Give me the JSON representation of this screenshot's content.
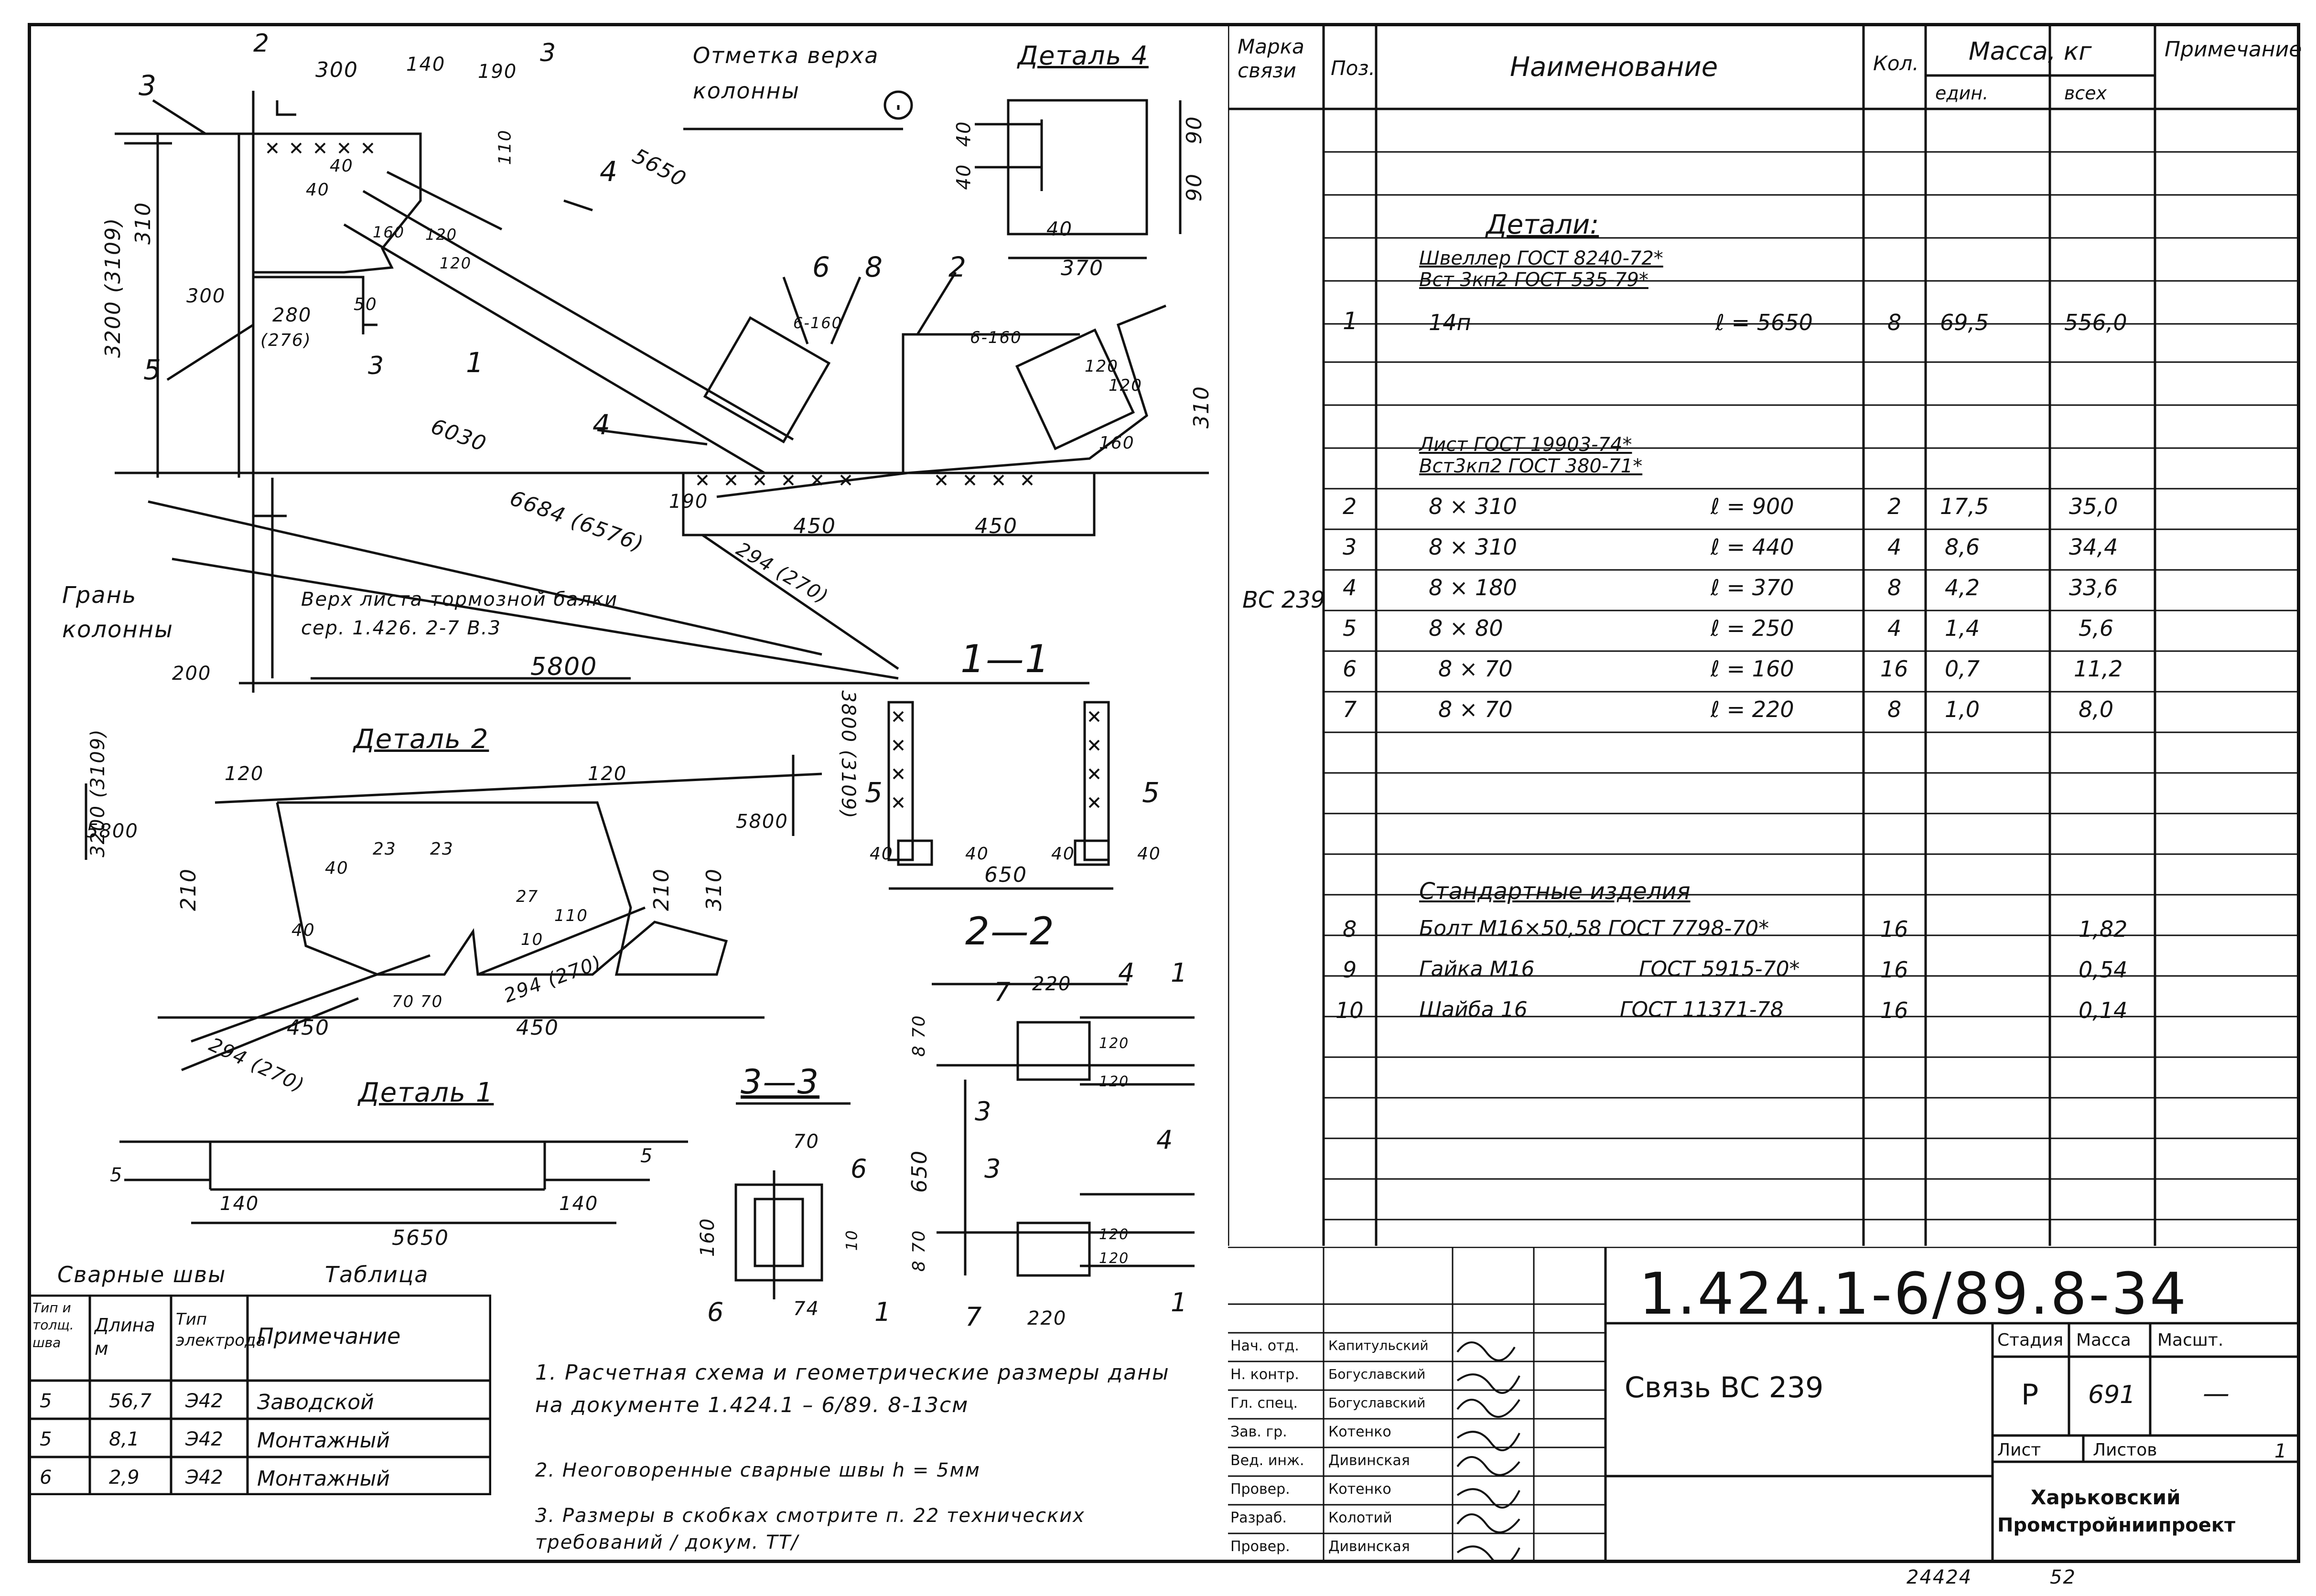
{
  "drawing": {
    "views": {
      "marker_3_top": "3",
      "marker_2_top": "2",
      "marker_3_right": "3",
      "column_top_mark": "Отметка верха колонны",
      "detail4_title": "Деталь 4",
      "detail2_title": "Деталь 2",
      "detail1_title": "Деталь 1",
      "section_11": "1—1",
      "section_22": "2—2",
      "section_33": "3—3",
      "column_face": "Грань колонны",
      "brake_beam_note": "Верх листа тормозной балки сер. 1.426. 2-7 В.3"
    },
    "callouts": [
      "3",
      "1",
      "4",
      "4",
      "5",
      "6",
      "8",
      "2",
      "2",
      "3",
      "3",
      "1",
      "5",
      "5",
      "7",
      "4",
      "1",
      "3",
      "4",
      "6",
      "7",
      "6",
      "1",
      "1"
    ],
    "dims": {
      "d300_top": "300",
      "d140": "140",
      "d190": "190",
      "d5650": "5650",
      "d310": "310",
      "d3200": "3200 (3109)",
      "d110": "110",
      "d40a": "40",
      "d40b": "40",
      "d160": "160",
      "d120a": "120",
      "d120b": "120",
      "d300_left": "300",
      "d280": "280",
      "d276": "(276)",
      "d50": "50",
      "d6030": "6030",
      "d6684": "6684 (6576)",
      "d190b": "190",
      "d450a": "450",
      "d450b": "450",
      "d294": "294 (270)",
      "d200": "200",
      "d5800": "5800",
      "d6160": "6-160",
      "d120c": "120",
      "d120d": "120",
      "d6160b": "6-160",
      "d310r": "310",
      "d160r": "160",
      "d90a": "90",
      "d90b": "90",
      "d40c": "40",
      "d40d": "40",
      "d40e": "40",
      "d370": "370"
    },
    "detail2_dims": {
      "d3200": "3200 (3109)",
      "d5800a": "5800",
      "d120a": "120",
      "d120b": "120",
      "d3800": "3800 (3109)",
      "d5800b": "5800",
      "d210a": "210",
      "d40a": "40",
      "d23a": "23",
      "d23b": "23",
      "d40b": "40",
      "d27": "27",
      "d10": "10",
      "d110": "110",
      "d210b": "210",
      "d310": "310",
      "d70a": "70",
      "d70b": "70",
      "d294a": "294 (270)",
      "d450a": "450",
      "d450b": "450",
      "d294b": "294 (270)"
    },
    "detail1_dims": {
      "d5a": "5",
      "d5b": "5",
      "d140a": "140",
      "d140b": "140",
      "d5650": "5650"
    },
    "section11_dims": {
      "d40a": "40",
      "d40b": "40",
      "d650": "650",
      "d40c": "40",
      "d40d": "40"
    },
    "section22_dims": {
      "d220a": "220",
      "d870a": "8 70",
      "d650": "650",
      "d870b": "8 70",
      "d120a": "120",
      "d120b": "120",
      "d120c": "120",
      "d120d": "120",
      "d220b": "220"
    },
    "section33_dims": {
      "d70": "70",
      "d160": "160",
      "d74": "74",
      "d10": "10"
    }
  },
  "weld_table": {
    "title_left": "Сварные швы",
    "title_right": "Таблица",
    "headers": [
      "Тип и толщ. шва",
      "Длина м",
      "Тип электрода",
      "Примечание"
    ],
    "rows": [
      {
        "type": "5",
        "length": "56,7",
        "electrode": "Э42",
        "note": "Заводской"
      },
      {
        "type": "5",
        "length": "8,1",
        "electrode": "Э42",
        "note": "Монтажный"
      },
      {
        "type": "6",
        "length": "2,9",
        "electrode": "Э42",
        "note": "Монтажный"
      }
    ]
  },
  "notes": [
    "1. Расчетная схема и геометрические размеры даны на документе 1.424.1 – 6/89. 8-13см",
    "2. Неоговоренные сварные швы h = 5мм",
    "3. Размеры в скобках смотрите п. 22 технических требований / докум. ТТ/"
  ],
  "spec_table": {
    "headers": {
      "mark": "Марка связи",
      "pos": "Поз.",
      "name": "Наименование",
      "qty": "Кол.",
      "mass": "Масса, кг",
      "mass_unit": "един.",
      "mass_total": "всех",
      "note": "Примечание"
    },
    "mark_value": "ВС 239",
    "details_heading": "Детали:",
    "channel_title_1": "Швеллер   ГОСТ 8240-72*",
    "channel_title_2": "Вст 3кп2   ГОСТ 535-79*",
    "sheet_title_1": "Лист   ГОСТ 19903-74*",
    "sheet_title_2": "Вст3кп2   ГОСТ 380-71*",
    "standard_heading": "Стандартные изделия",
    "rows": [
      {
        "pos": "1",
        "name": "14п",
        "len": "ℓ = 5650",
        "qty": "8",
        "unit": "69,5",
        "total": "556,0"
      },
      {
        "pos": "2",
        "name": "8 × 310",
        "len": "ℓ = 900",
        "qty": "2",
        "unit": "17,5",
        "total": "35,0"
      },
      {
        "pos": "3",
        "name": "8 × 310",
        "len": "ℓ = 440",
        "qty": "4",
        "unit": "8,6",
        "total": "34,4"
      },
      {
        "pos": "4",
        "name": "8 × 180",
        "len": "ℓ = 370",
        "qty": "8",
        "unit": "4,2",
        "total": "33,6"
      },
      {
        "pos": "5",
        "name": "8 × 80",
        "len": "ℓ = 250",
        "qty": "4",
        "unit": "1,4",
        "total": "5,6"
      },
      {
        "pos": "6",
        "name": "8 × 70",
        "len": "ℓ = 160",
        "qty": "16",
        "unit": "0,7",
        "total": "11,2"
      },
      {
        "pos": "7",
        "name": "8 × 70",
        "len": "ℓ = 220",
        "qty": "8",
        "unit": "1,0",
        "total": "8,0"
      },
      {
        "pos": "8",
        "name": "Болт М16×50,58 ГОСТ 7798-70*",
        "len": "",
        "qty": "16",
        "unit": "",
        "total": "1,82"
      },
      {
        "pos": "9",
        "name": "Гайка М16",
        "len": "ГОСТ 5915-70*",
        "qty": "16",
        "unit": "",
        "total": "0,54"
      },
      {
        "pos": "10",
        "name": "Шайба 16",
        "len": "ГОСТ 11371-78",
        "qty": "16",
        "unit": "",
        "total": "0,14"
      }
    ]
  },
  "title_block": {
    "code": "1.424.1-6/89.8-34",
    "name": "Связь ВС 239",
    "stage_label": "Стадия",
    "mass_label": "Масса",
    "scale_label": "Масшт.",
    "stage": "Р",
    "mass": "691",
    "scale": "—",
    "sheet_label": "Лист",
    "sheets_label": "Листов",
    "sheets": "1",
    "org_1": "Харьковский",
    "org_2": "Промстройниипроект",
    "signatures": [
      {
        "role": "Нач. отд.",
        "name": "Капитульский"
      },
      {
        "role": "Н. контр.",
        "name": "Богуславский"
      },
      {
        "role": "Гл. спец.",
        "name": "Богуславский"
      },
      {
        "role": "Зав. гр.",
        "name": "Котенко"
      },
      {
        "role": "Вед. инж.",
        "name": "Дивинская"
      },
      {
        "role": "Провер.",
        "name": "Котенко"
      },
      {
        "role": "Разраб.",
        "name": "Колотий"
      },
      {
        "role": "Провер.",
        "name": "Дивинская"
      }
    ]
  },
  "footer": {
    "inv": "24424",
    "page": "52"
  }
}
